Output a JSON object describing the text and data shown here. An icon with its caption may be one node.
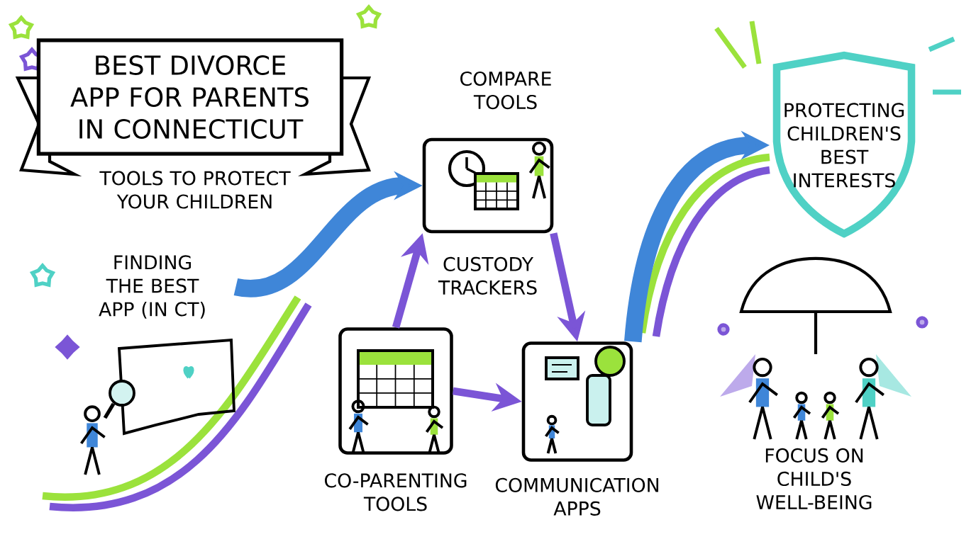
{
  "diagram": {
    "title": "BEST DIVORCE APP FOR PARENTS IN CONNECTICUT",
    "nodes": [
      {
        "text": [
          "FINDING THE BEST APP (IN CT)"
        ]
      },
      {
        "text": [
          "CO-PARENTING TOOLS"
        ]
      },
      {
        "text": [
          "COMPARE TOOLS",
          "CUSTODY TRACKERS"
        ]
      },
      {
        "text": [
          "COMMUNICATION APPS"
        ]
      },
      {
        "text": [
          "PROTECTING CHILDREN'S BEST INTERESTS"
        ]
      },
      {
        "text": [
          "FOCUS ON CHILD'S WELL-BEING"
        ]
      }
    ],
    "edges": [
      {
        "from": 0,
        "to": 2,
        "arrow": "to",
        "style": "thick",
        "color": "#3f86d8"
      },
      {
        "from": 1,
        "to": 2,
        "arrow": "to"
      },
      {
        "from": 2,
        "to": 3,
        "arrow": "to"
      },
      {
        "from": 1,
        "to": 3,
        "arrow": "to"
      },
      {
        "from": 3,
        "to": 4,
        "arrow": "to",
        "style": "thick",
        "color": "#3f86d8"
      }
    ],
    "labels": [
      "TOOLS TO PROTECT YOUR CHILDREN"
    ]
  }
}
